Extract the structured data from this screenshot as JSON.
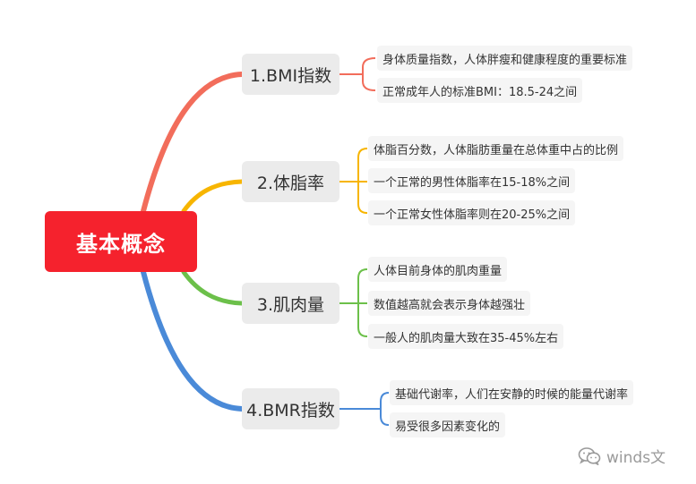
{
  "root": {
    "label": "基本概念"
  },
  "branches": [
    {
      "label": "1.BMI指数",
      "color": "#f26d5b",
      "items": [
        "身体质量指数，人体胖瘦和健康程度的重要标准",
        "正常成年人的标准BMI：18.5-24之间"
      ]
    },
    {
      "label": "2.体脂率",
      "color": "#f7b500",
      "items": [
        "体脂百分数，人体脂肪重量在总体重中占的比例",
        "一个正常的男性体脂率在15-18%之间",
        "一个正常女性体脂率则在20-25%之间"
      ]
    },
    {
      "label": "3.肌肉量",
      "color": "#6cc04a",
      "items": [
        "人体目前身体的肌肉重量",
        "数值越高就会表示身体越强壮",
        "一般人的肌肉量大致在35-45%左右"
      ]
    },
    {
      "label": "4.BMR指数",
      "color": "#4a8ad8",
      "items": [
        "基础代谢率，人们在安静的时候的能量代谢率",
        "易受很多因素变化的"
      ]
    }
  ],
  "watermark": {
    "text": "winds文",
    "icon": "wechat-icon"
  }
}
